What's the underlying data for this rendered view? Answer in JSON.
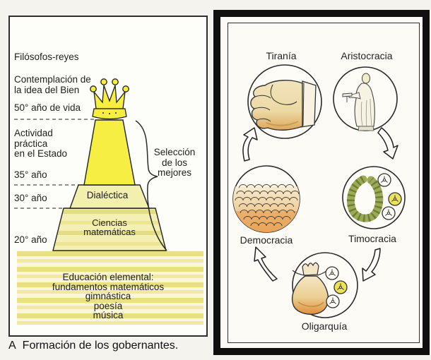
{
  "left_panel": {
    "labels": {
      "filosofos_reyes": "Filósofos-reyes",
      "contemplacion": "Contemplación de\nla idea del Bien",
      "edad_50": "50° año de vida",
      "actividad": "Actividad\npráctica\nen el Estado",
      "edad_35": "35° año",
      "edad_30": "30° año",
      "edad_20": "20° año",
      "seleccion": "Selección\nde los\nmejores",
      "dialectica": "Dialéctica",
      "ciencias": "Ciencias\nmatemáticas",
      "educacion": "Educación elemental:\nfundamentos matemáticos\ngimnástica\npoesía\nmúsica"
    },
    "caption_letter": "A",
    "caption_text": "Formación de los gobernantes.",
    "pyramid": {
      "stages_bottom_to_top": [
        "Educación elemental",
        "Ciencias matemáticas",
        "Dialéctica",
        "Actividad práctica en el Estado",
        "Filósofos-reyes"
      ],
      "age_marks": [
        "20° año",
        "30° año",
        "35° año",
        "50° año de vida"
      ]
    },
    "colors": {
      "crown_yellow": "#f7ee3f",
      "stripe_olive": "#e7de7e",
      "stripe_cream": "#f7f3c6"
    }
  },
  "right_panel": {
    "stages": {
      "tirania": "Tiranía",
      "aristocracia": "Aristocracia",
      "timocracia": "Timocracia",
      "oligarquia": "Oligarquía",
      "democracia": "Democracia"
    },
    "cycle_order": [
      "Aristocracia",
      "Timocracia",
      "Oligarquía",
      "Democracia",
      "Tiranía"
    ],
    "icons": {
      "tirania": "fist-icon",
      "aristocracia": "statue-icon",
      "timocracia": "laurel-wreath-coins-icon",
      "oligarquia": "money-bag-coins-icon",
      "democracia": "crowd-icon"
    },
    "colors": {
      "frame_black": "#101010",
      "wreath_green": "#9cab54",
      "coin_yellow": "#ece257",
      "bag_tan": "#e2953f"
    }
  }
}
